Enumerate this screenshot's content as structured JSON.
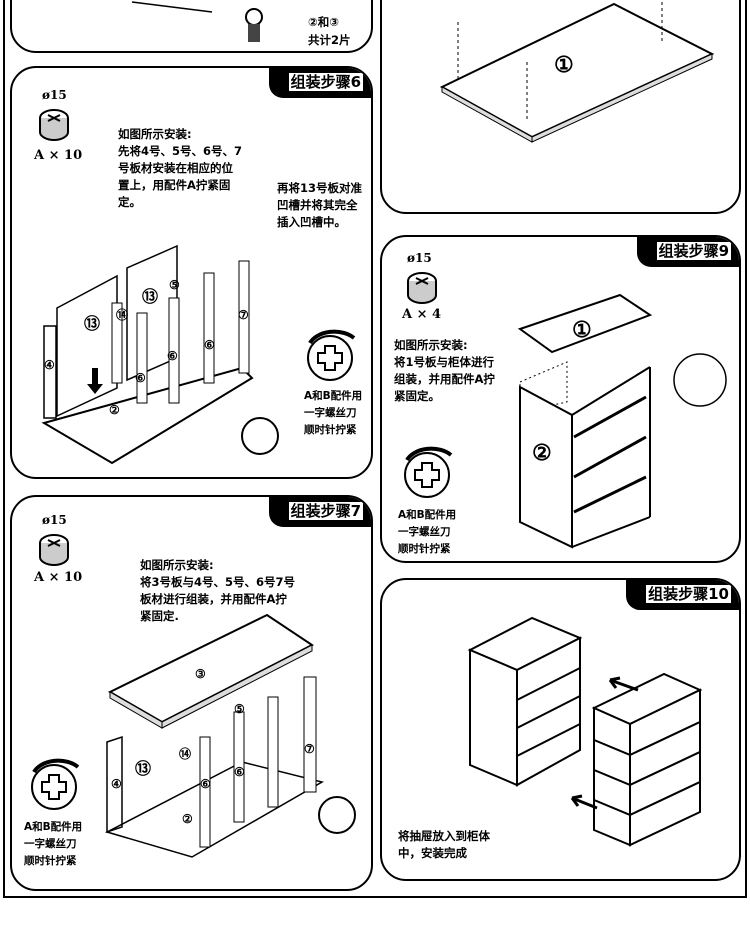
{
  "top_left": {
    "note_line1": "②和③",
    "note_line2": "共计2片"
  },
  "top_right": {
    "panel_label": "①"
  },
  "step6": {
    "title": "组装步骤6",
    "fitting_diameter": "ø15",
    "fitting_qty": "A × 10",
    "instruction": [
      "如图所示安装:",
      "先将4号、5号、6号、7",
      "号板材安装在相应的位",
      "置上，用配件A拧紧固",
      "定。"
    ],
    "instruction2": [
      "再将13号板对准",
      "凹槽并将其完全",
      "插入凹槽中。"
    ],
    "screw_note": [
      "A和B配件用",
      "一字螺丝刀",
      "顺时针拧紧"
    ],
    "labels": [
      "⑬",
      "⑬",
      "⑭",
      "⑤",
      "④",
      "⑥",
      "⑥",
      "⑥",
      "⑦",
      "②"
    ]
  },
  "step9": {
    "title": "组装步骤9",
    "fitting_diameter": "ø15",
    "fitting_qty": "A × 4",
    "instruction": [
      "如图所示安装:",
      "将1号板与柜体进行",
      "组装，并用配件A拧",
      "紧固定。"
    ],
    "screw_note": [
      "A和B配件用",
      "一字螺丝刀",
      "顺时针拧紧"
    ],
    "labels": [
      "①",
      "②"
    ]
  },
  "step7": {
    "title": "组装步骤7",
    "fitting_diameter": "ø15",
    "fitting_qty": "A × 10",
    "instruction": [
      "如图所示安装:",
      "将3号板与4号、5号、6号7号",
      "板材进行组装，并用配件A拧",
      "紧固定."
    ],
    "screw_note": [
      "A和B配件用",
      "一字螺丝刀",
      "顺时针拧紧"
    ],
    "labels": [
      "③",
      "⑬",
      "⑭",
      "⑤",
      "④",
      "⑥",
      "⑥",
      "⑦",
      "②"
    ]
  },
  "step10": {
    "title": "组装步骤10",
    "instruction": [
      "将抽屉放入到柜体",
      "中，安装完成"
    ]
  }
}
